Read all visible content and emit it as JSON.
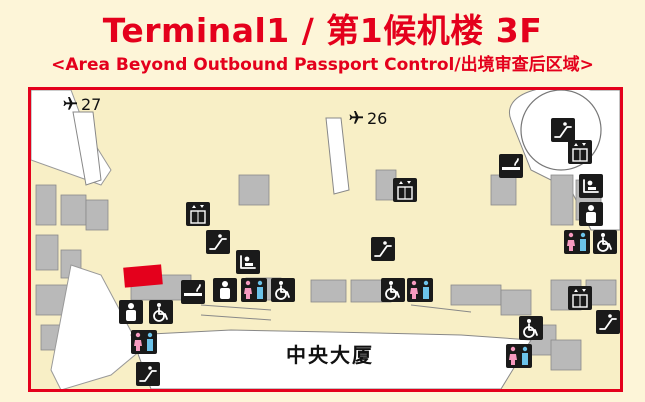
{
  "title": "Terminal1 / 第1候机楼 3F",
  "subtitle": "<Area Beyond Outbound Passport Control/出境审查后区域>",
  "map": {
    "center_label": "中央大厦",
    "gates": [
      {
        "id": "gate-27",
        "label": "27",
        "icon": "airplane-icon"
      },
      {
        "id": "gate-26",
        "label": "26",
        "icon": "airplane-icon"
      }
    ],
    "colors": {
      "background": "#fdf5d8",
      "walkway": "#f8efc6",
      "building": "#ffffff",
      "shops": "#b9b9b9",
      "highlight": "#e4001c",
      "title": "#e4001c"
    }
  }
}
